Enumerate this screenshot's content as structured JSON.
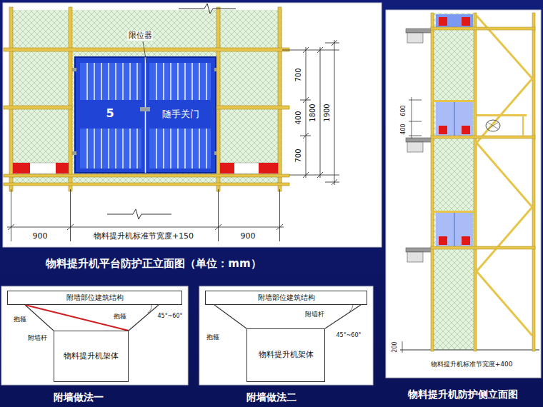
{
  "diagram": {
    "nodes": [
      {
        "text": [
          "5",
          "随手关门"
        ]
      },
      {
        "text": [
          "附墙部位建筑结构"
        ]
      },
      {
        "text": [
          "物料提升机架体"
        ]
      },
      {
        "text": [
          "附墙部位建筑结构"
        ]
      },
      {
        "text": [
          "物料提升机架体"
        ]
      }
    ],
    "edges": [
      {
        "from": 1,
        "to": 2,
        "arrow": "none"
      },
      {
        "from": 1,
        "to": 2,
        "arrow": "none"
      },
      {
        "from": 1,
        "to": 2,
        "arrow": "none"
      },
      {
        "from": 3,
        "to": 4,
        "arrow": "none"
      },
      {
        "from": 3,
        "to": 4,
        "arrow": "none"
      }
    ],
    "labels": [
      "限位器",
      "700",
      "400",
      "700",
      "1800",
      "1900",
      "900",
      "物料提升机标准节宽度+150",
      "900",
      "物料提升机平台防护正立面图（单位：mm）",
      "600",
      "400",
      "200",
      "物料提升机标准节宽度+400",
      "物料提升机防护侧立面图",
      "抱箍",
      "附墙杆",
      "抱箍",
      "45°~60°",
      "附墙做法一",
      "抱箍",
      "附墙杆",
      "45°~60°",
      "附墙做法二"
    ]
  }
}
